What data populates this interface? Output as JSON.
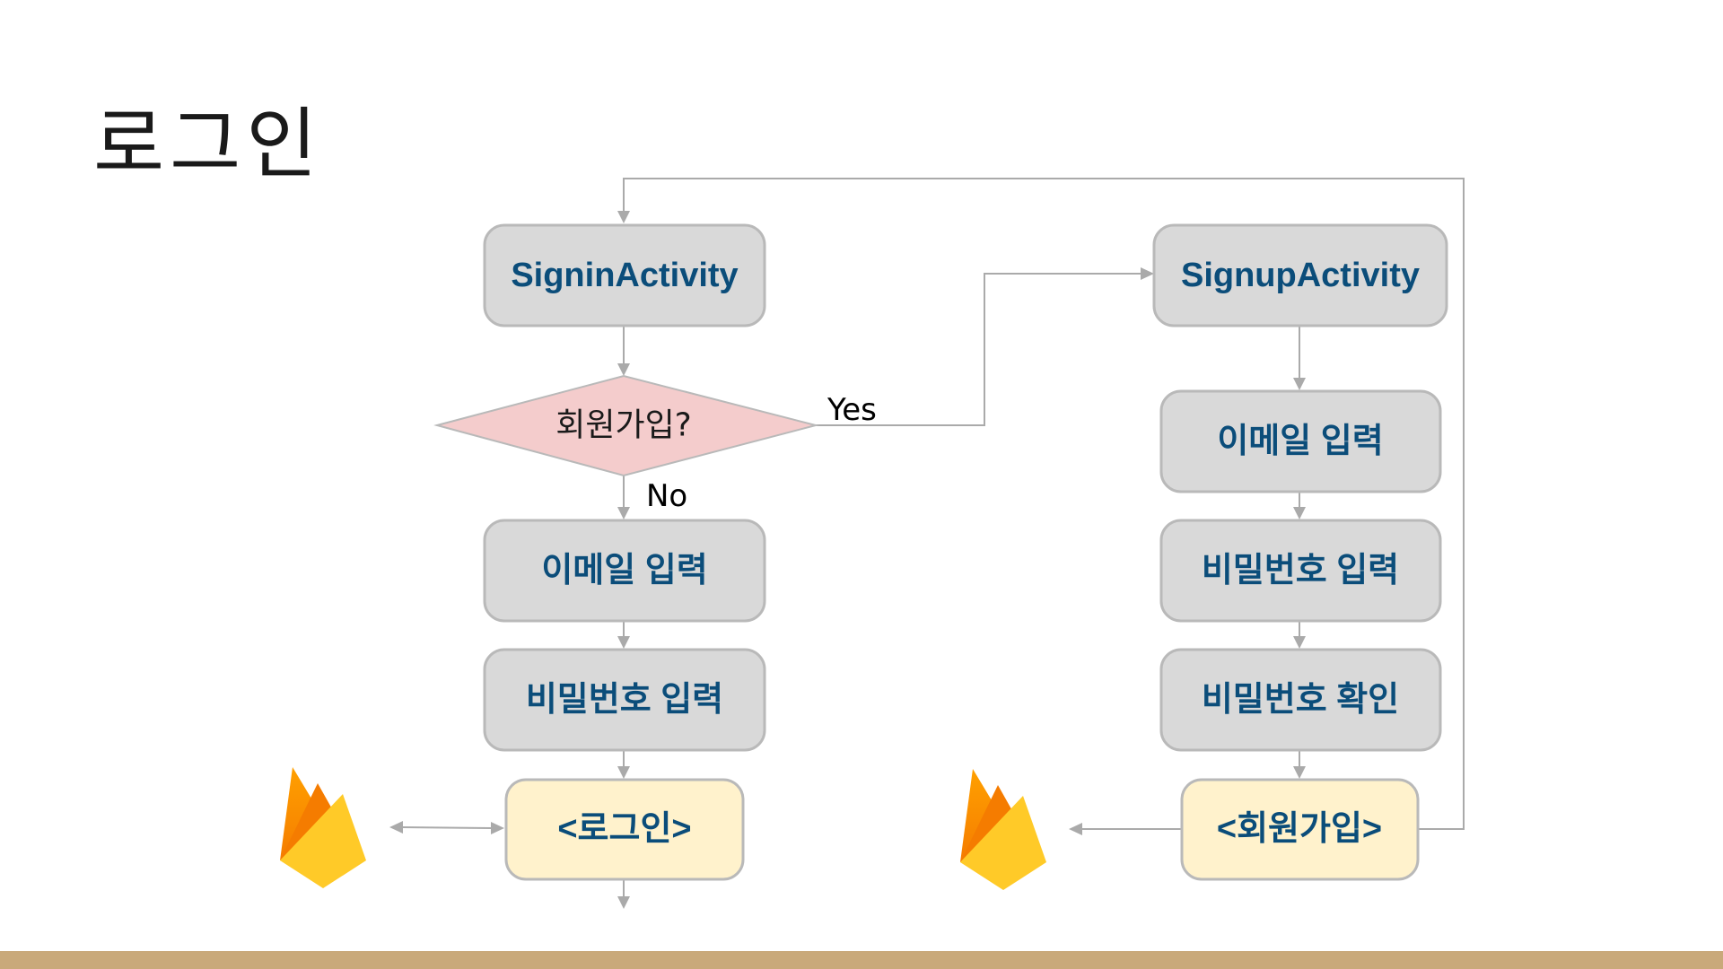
{
  "slide": {
    "title": "로그인"
  },
  "flowchart": {
    "signin": {
      "activity": "SigninActivity",
      "decision": "회원가입?",
      "yes_label": "Yes",
      "no_label": "No",
      "email_step": "이메일 입력",
      "password_step": "비밀번호 입력",
      "action": "<로그인>"
    },
    "signup": {
      "activity": "SignupActivity",
      "email_step": "이메일 입력",
      "password_step": "비밀번호 입력",
      "confirm_step": "비밀번호 확인",
      "action": "<회원가입>"
    },
    "backend_icon": "firebase-icon"
  },
  "colors": {
    "box_fill": "#d9d9d9",
    "action_fill": "#fff2cc",
    "decision_fill": "#f4cccc",
    "box_text": "#0b4d7a",
    "connector": "#aaaaaa",
    "footer_bar": "#c9a97a"
  }
}
